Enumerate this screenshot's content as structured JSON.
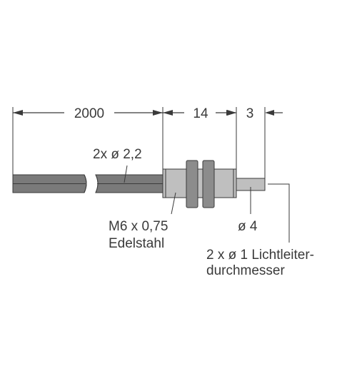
{
  "dimensions": {
    "cable_length": "2000",
    "housing_length": "14",
    "tip_length": "3"
  },
  "labels": {
    "cable_diameter": "2x ø 2,2",
    "thread": "M6 x 0,75",
    "material": "Edelstahl",
    "tip_diameter": "ø 4",
    "fiber_line1": "2 x ø 1 Lichtleiter-",
    "fiber_line2": "durchmesser"
  },
  "colors": {
    "line": "#3a3a3a",
    "cable": "#7a7a7a",
    "metal": "#bfbfbf",
    "nut": "#8c8c8c"
  }
}
